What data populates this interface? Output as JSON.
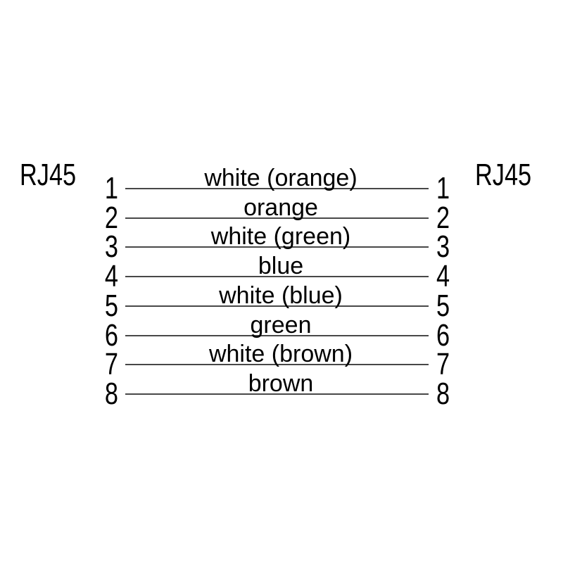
{
  "diagram": {
    "type": "cable-pinout",
    "connector_left": "RJ45",
    "connector_right": "RJ45",
    "wires": [
      {
        "pin_left": "1",
        "label": "white (orange)",
        "pin_right": "1"
      },
      {
        "pin_left": "2",
        "label": "orange",
        "pin_right": "2"
      },
      {
        "pin_left": "3",
        "label": "white (green)",
        "pin_right": "3"
      },
      {
        "pin_left": "4",
        "label": "blue",
        "pin_right": "4"
      },
      {
        "pin_left": "5",
        "label": "white (blue)",
        "pin_right": "5"
      },
      {
        "pin_left": "6",
        "label": "green",
        "pin_right": "6"
      },
      {
        "pin_left": "7",
        "label": "white (brown)",
        "pin_right": "7"
      },
      {
        "pin_left": "8",
        "label": "brown",
        "pin_right": "8"
      }
    ],
    "colors": {
      "line": "#484848",
      "text": "#000000",
      "background": "#ffffff"
    }
  }
}
